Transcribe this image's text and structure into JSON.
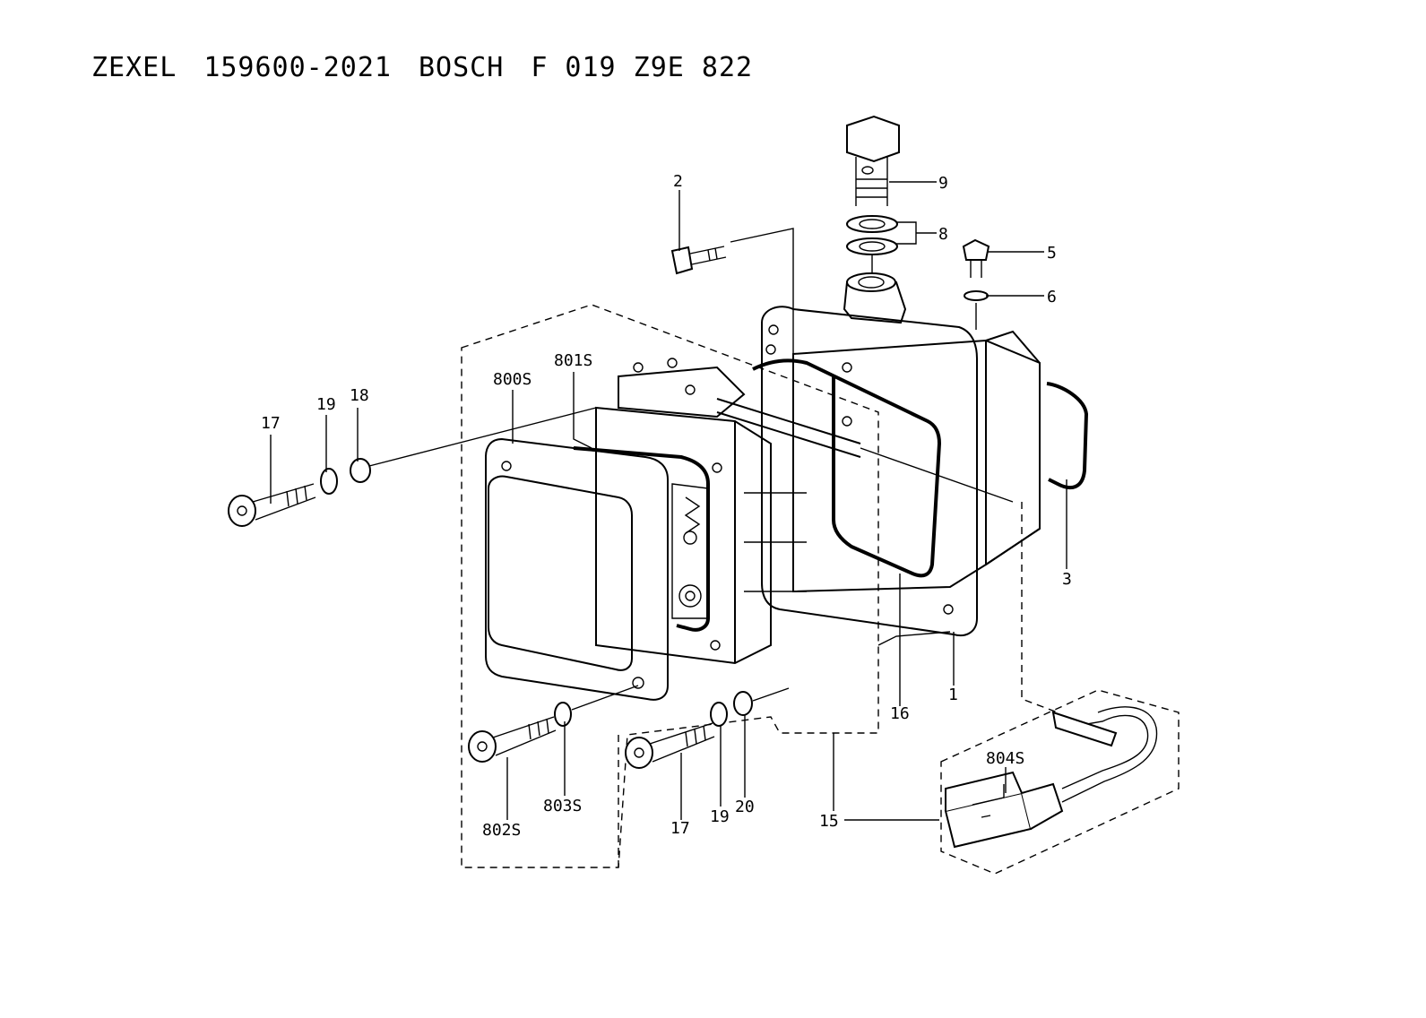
{
  "header": {
    "maker": "ZEXEL",
    "zexel_number": "159600-2021",
    "brand": "BOSCH",
    "bosch_number": "F 019 Z9E 822"
  },
  "callouts": [
    {
      "id": "c2",
      "label": "2"
    },
    {
      "id": "c9",
      "label": "9"
    },
    {
      "id": "c8",
      "label": "8"
    },
    {
      "id": "c5",
      "label": "5"
    },
    {
      "id": "c6",
      "label": "6"
    },
    {
      "id": "c801s",
      "label": "801S"
    },
    {
      "id": "c800s",
      "label": "800S"
    },
    {
      "id": "c19a",
      "label": "19"
    },
    {
      "id": "c18",
      "label": "18"
    },
    {
      "id": "c17a",
      "label": "17"
    },
    {
      "id": "c3",
      "label": "3"
    },
    {
      "id": "c16",
      "label": "16"
    },
    {
      "id": "c1",
      "label": "1"
    },
    {
      "id": "c804s",
      "label": "804S"
    },
    {
      "id": "c803s",
      "label": "803S"
    },
    {
      "id": "c802s",
      "label": "802S"
    },
    {
      "id": "c17b",
      "label": "17"
    },
    {
      "id": "c19b",
      "label": "19"
    },
    {
      "id": "c20",
      "label": "20"
    },
    {
      "id": "c15",
      "label": "15"
    }
  ]
}
